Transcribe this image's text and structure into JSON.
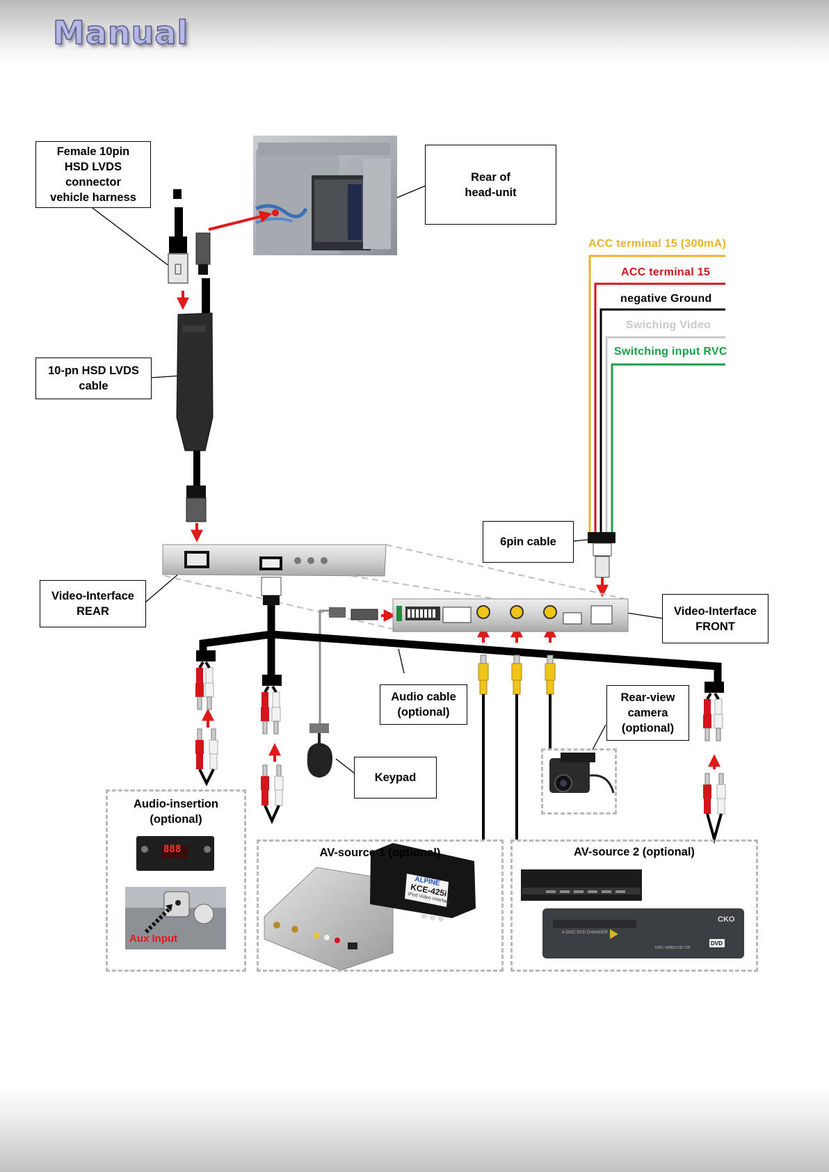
{
  "header": {
    "title": "Manual"
  },
  "labels": {
    "female_connector": "Female 10pin\nHSD LVDS\nconnector\nvehicle harness",
    "rear_head_unit": "Rear of\nhead-unit",
    "lvds_cable": "10-pn HSD LVDS\ncable",
    "video_interface_rear": "Video-Interface\nREAR",
    "six_pin_cable": "6pin cable",
    "video_interface_front": "Video-Interface\nFRONT",
    "audio_cable": "Audio cable\n(optional)",
    "rear_view_camera": "Rear-view\ncamera\n(optional)",
    "keypad": "Keypad"
  },
  "groups": {
    "audio_insertion": "Audio-insertion\n(optional)",
    "av_source_1": "AV-source 1 (optional)",
    "av_source_2": "AV-source 2 (optional)"
  },
  "wires": [
    {
      "label": "ACC  terminal  15  (300mA)",
      "color": "#eab42a"
    },
    {
      "label": "ACC  terminal  15",
      "color": "#d0141c"
    },
    {
      "label": "negative  Ground",
      "color": "#000000"
    },
    {
      "label": "Swiching  Video",
      "color": "#c8c8c8"
    },
    {
      "label": "Switching  input  RVC",
      "color": "#18a046"
    }
  ],
  "photo_text": {
    "aux_input": "Aux Input",
    "display_digits": "888",
    "alpine_brand": "ALPINE",
    "alpine_model": "KCE-425i",
    "alpine_sub": "iPod Video Interface",
    "changer_label": "6-DISC DVD CHANGER",
    "changer_brand": "CKO",
    "changer_dvd": "DVD",
    "changer_formats": "DVD / VIDEO-CD / CD"
  },
  "colors": {
    "arrow": "#e01a1a",
    "cable": "#000000",
    "rca_red": "#d4141c",
    "rca_white": "#f2f2f2",
    "rca_yellow": "#f0c419",
    "dash": "#b8b8b8"
  }
}
